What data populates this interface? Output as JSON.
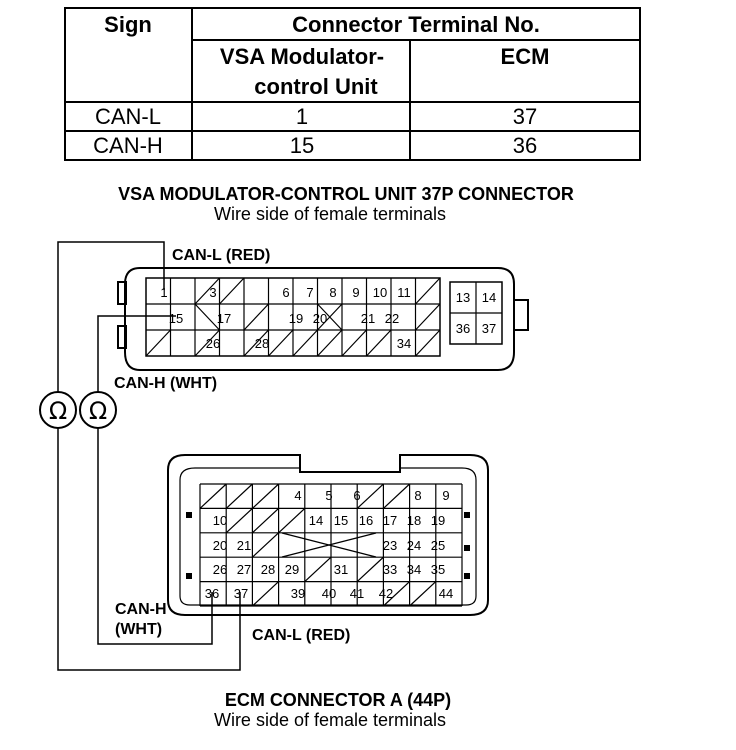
{
  "table": {
    "header_sign": "Sign",
    "header_connector": "Connector Terminal No.",
    "header_vsa_line1": "VSA Modulator-",
    "header_vsa_line2": "control Unit",
    "header_ecm": "ECM",
    "rows": [
      {
        "sign": "CAN-L",
        "vsa": "1",
        "ecm": "37"
      },
      {
        "sign": "CAN-H",
        "vsa": "15",
        "ecm": "36"
      }
    ]
  },
  "vsa_connector": {
    "title": "VSA MODULATOR-CONTROL UNIT 37P CONNECTOR",
    "subtitle": "Wire side of female terminals",
    "can_l_label": "CAN-L (RED)",
    "can_h_label": "CAN-H (WHT)",
    "pins": [
      "1",
      "3",
      "6",
      "7",
      "8",
      "9",
      "10",
      "11",
      "13",
      "14",
      "15",
      "17",
      "19",
      "20",
      "21",
      "22",
      "36",
      "37",
      "26",
      "28",
      "34"
    ]
  },
  "ecm_connector": {
    "title": "ECM CONNECTOR A (44P)",
    "subtitle": "Wire side of female terminals",
    "can_h_line1": "CAN-H",
    "can_h_line2": "(WHT)",
    "can_l_label": "CAN-L (RED)",
    "pins": [
      "4",
      "5",
      "6",
      "8",
      "9",
      "10",
      "14",
      "15",
      "16",
      "17",
      "18",
      "19",
      "20",
      "21",
      "23",
      "24",
      "25",
      "26",
      "27",
      "28",
      "29",
      "31",
      "33",
      "34",
      "35",
      "36",
      "37",
      "39",
      "40",
      "41",
      "42",
      "44"
    ]
  },
  "meters": {
    "symbol": "Ω"
  }
}
